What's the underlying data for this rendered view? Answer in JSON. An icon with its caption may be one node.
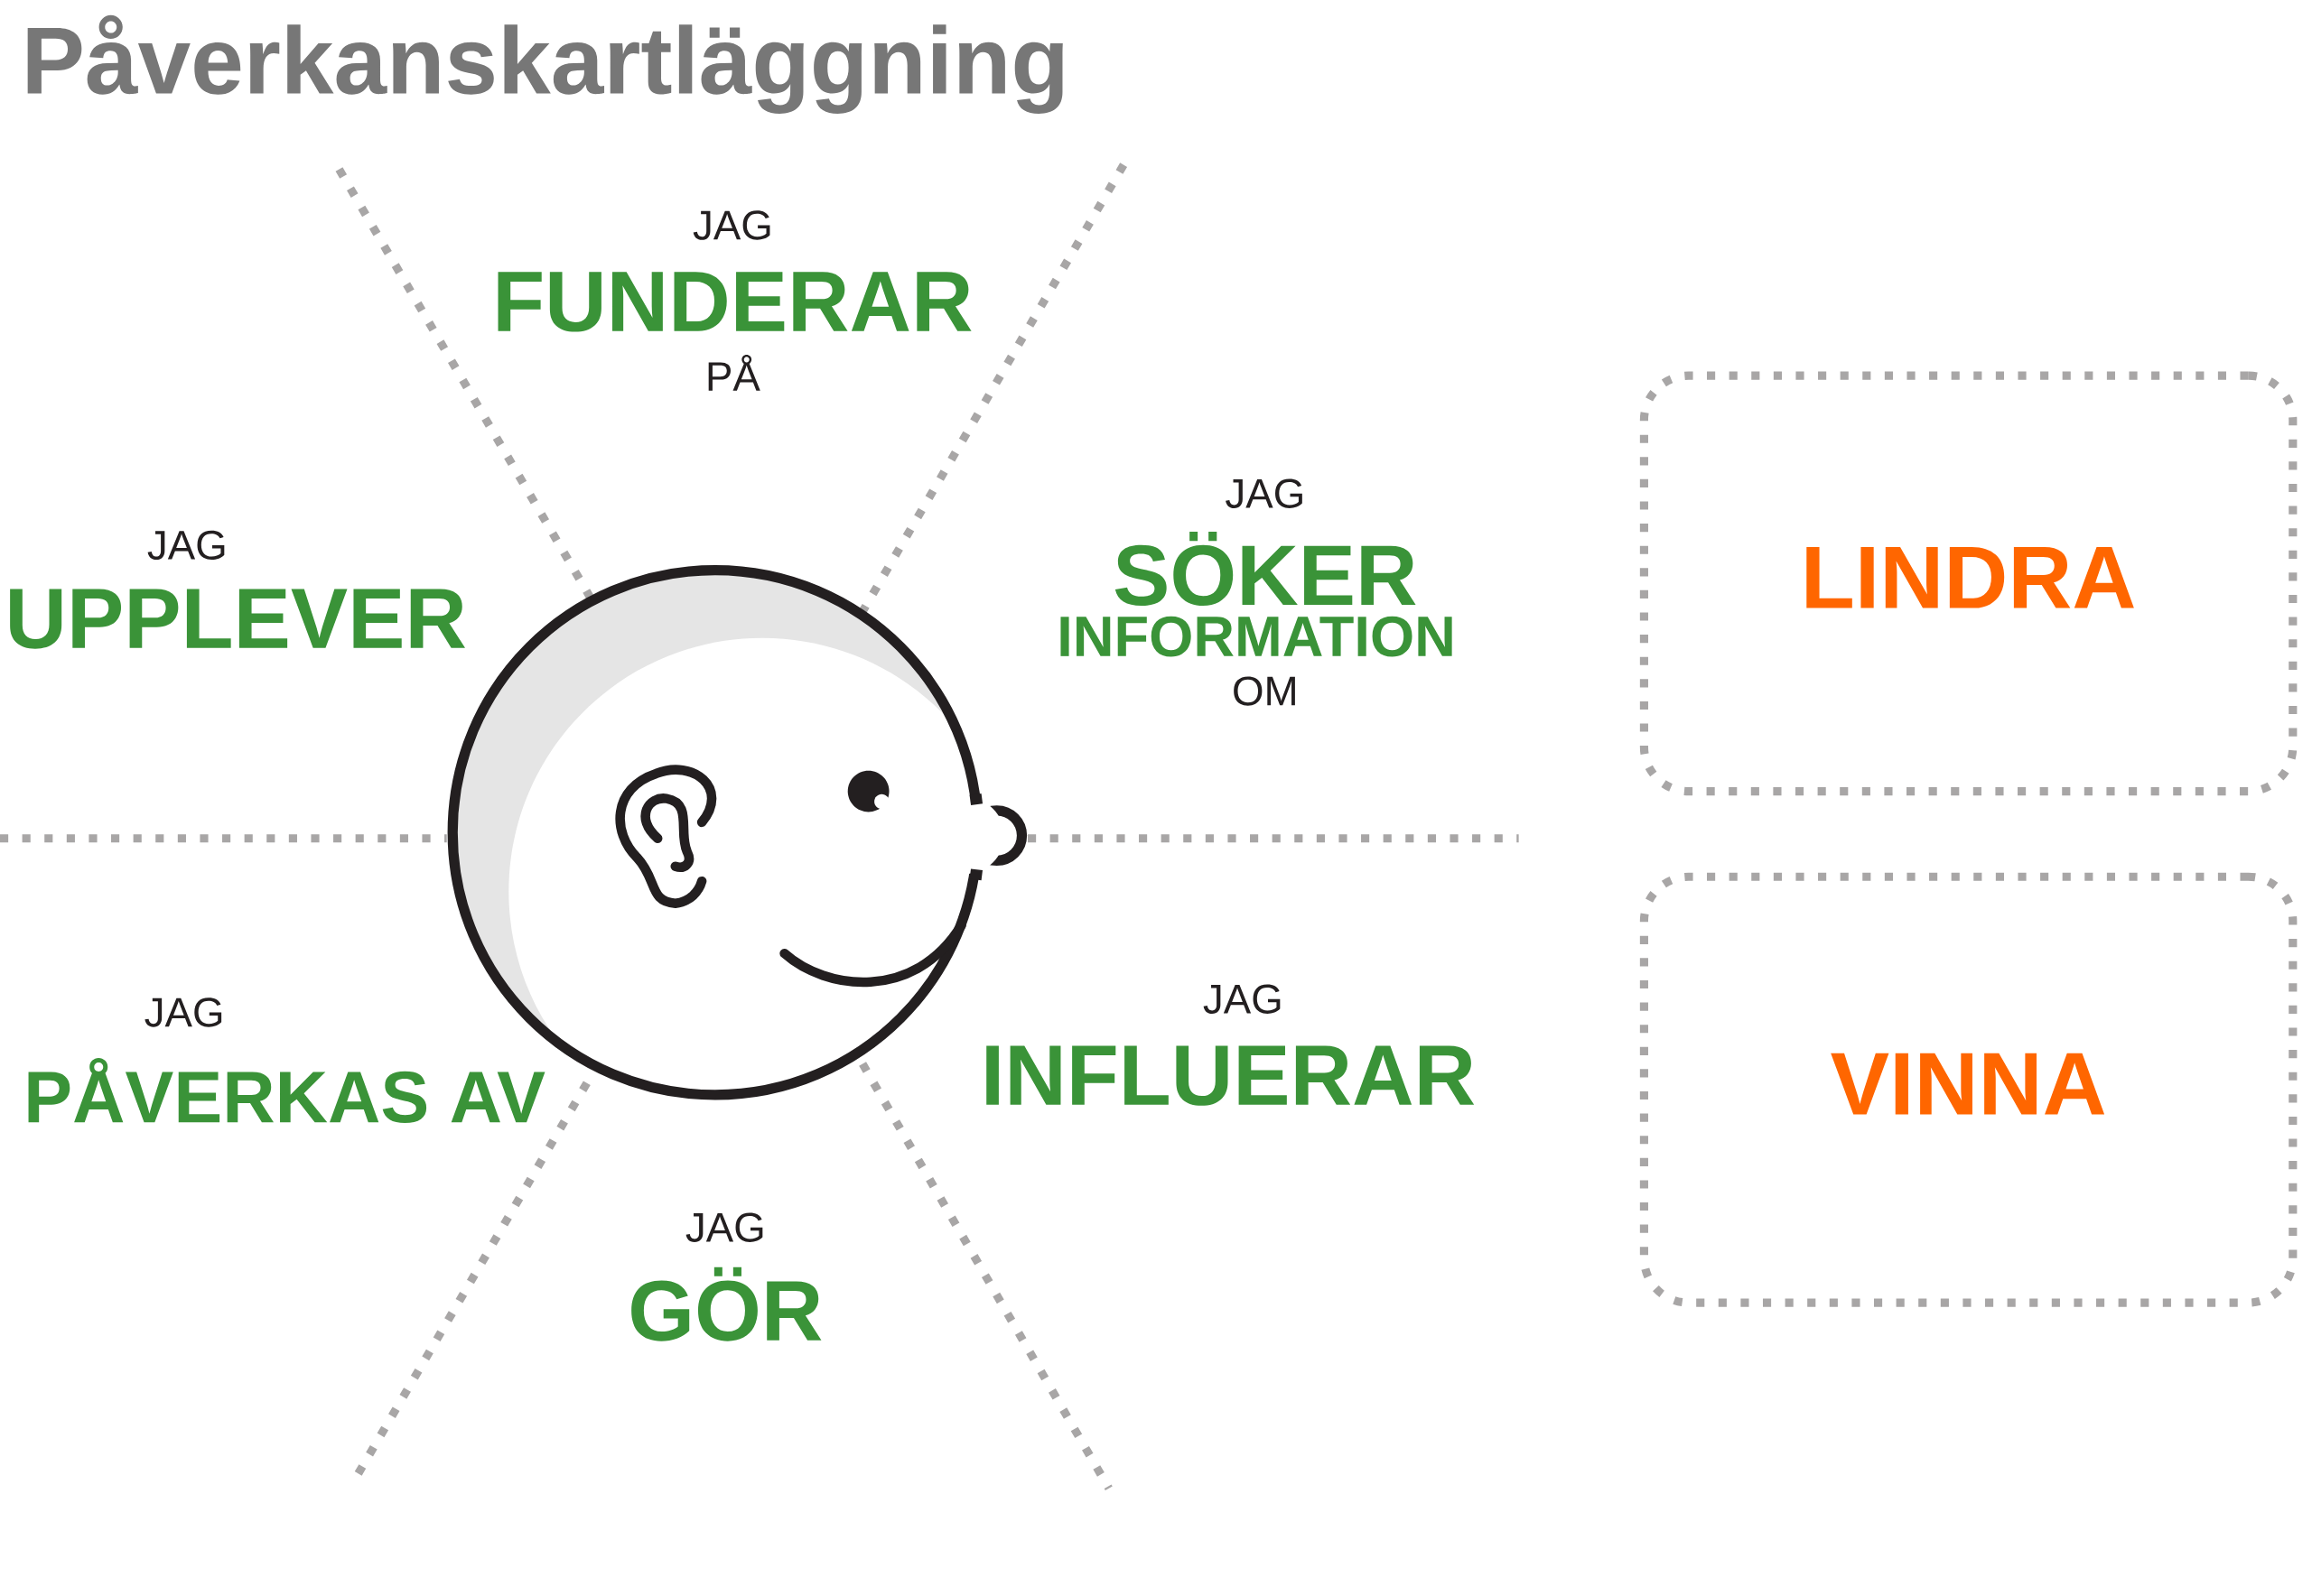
{
  "diagram": {
    "title": "Påverkanskartläggning",
    "nodes": [
      {
        "text": [],
        "shape": "picture"
      },
      {
        "text": [
          "LINDRA"
        ]
      },
      {
        "text": [
          "VINNA"
        ]
      }
    ],
    "labels": [
      "JAG",
      "FUNDERAR",
      "PÅ",
      "JAG",
      "UPPLEVER",
      "JAG",
      "SÖKER",
      "INFORMATION",
      "OM",
      "JAG",
      "PÅVERKAS AV",
      "JAG",
      "INFLUERAR",
      "JAG",
      "GÖR"
    ]
  }
}
